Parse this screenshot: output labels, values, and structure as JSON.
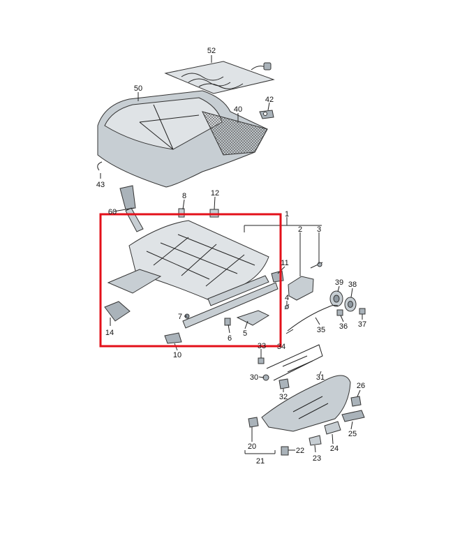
{
  "diagram": {
    "highlight_color": "#e3101a",
    "part_numbers": [
      "52",
      "50",
      "42",
      "40",
      "43",
      "60",
      "8",
      "12",
      "1",
      "2",
      "3",
      "11",
      "4",
      "39",
      "38",
      "14",
      "7",
      "6",
      "5",
      "35",
      "36",
      "37",
      "10",
      "33",
      "34",
      "30",
      "31",
      "32",
      "26",
      "20",
      "22",
      "21",
      "23",
      "24",
      "25"
    ]
  }
}
